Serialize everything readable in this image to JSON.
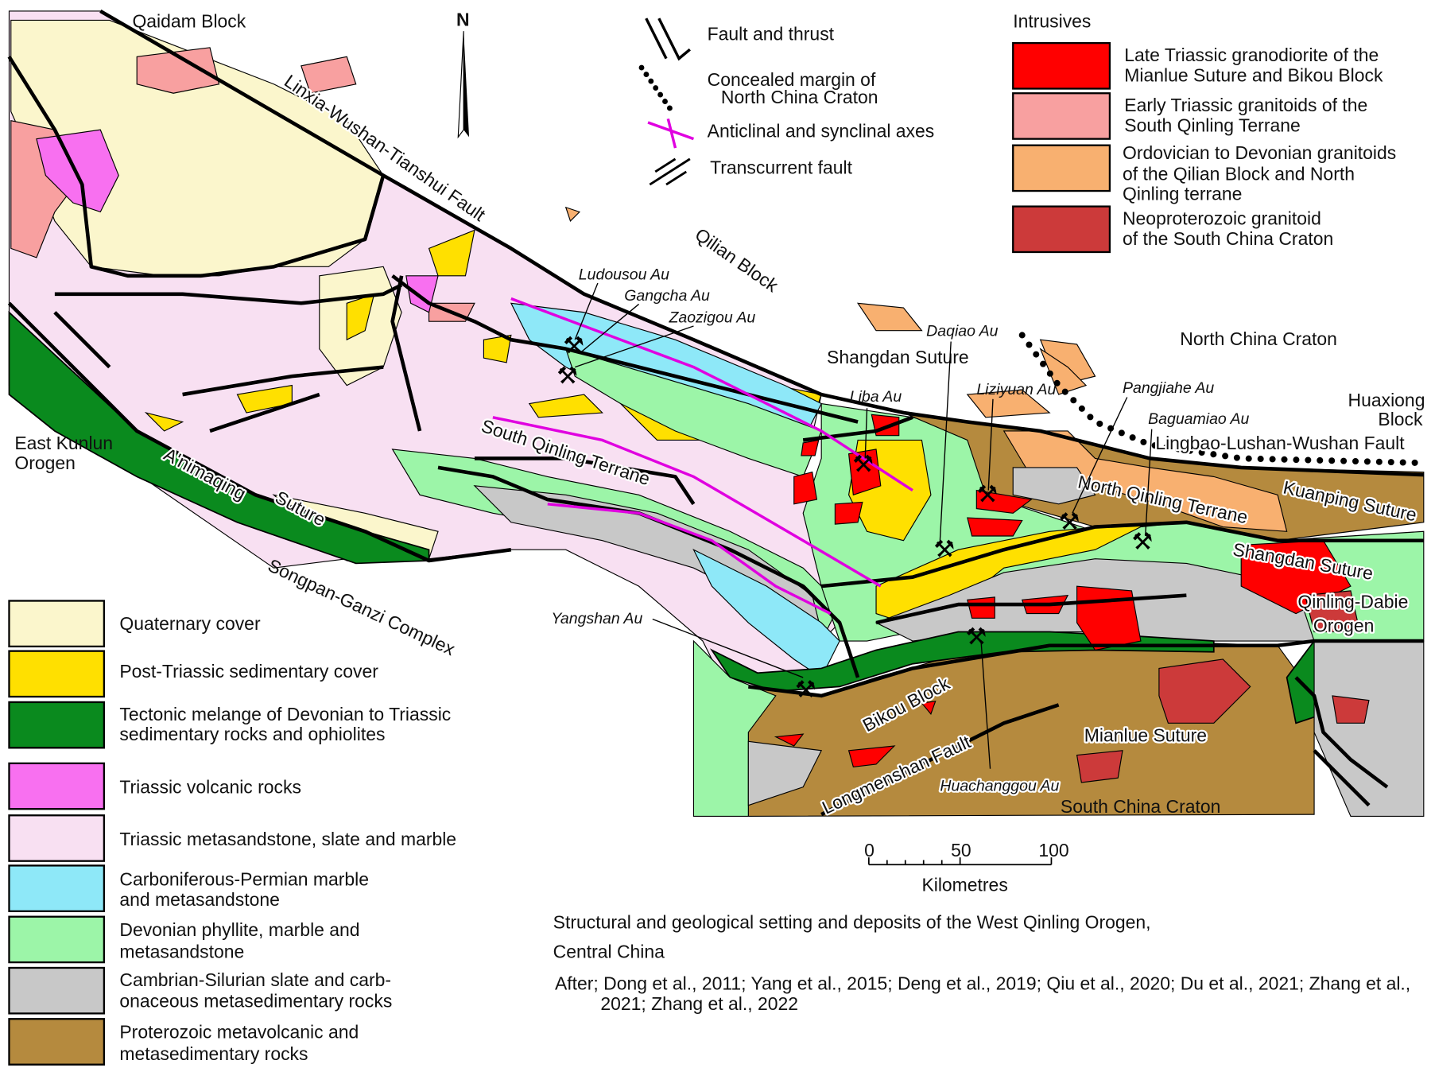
{
  "map": {
    "north_label": "N",
    "place_labels": {
      "qaidam": "Qaidam Block",
      "linxia_fault": "Linxia-Wushan-Tianshui Fault",
      "qilian": "Qilian Block",
      "east_kunlun_1": "East Kunlun",
      "east_kunlun_2": "Orogen",
      "animaqing": "A'nimaqing",
      "suture": "Suture",
      "songpan": "Songpan-Ganzi Complex",
      "south_qinling": "South Qinling Terrane",
      "shangdan_suture": "Shangdan Suture",
      "north_china": "North China Craton",
      "huaxiong_1": "Huaxiong",
      "huaxiong_2": "Block",
      "lingbao_fault": "Lingbao-Lushan-Wushan Fault",
      "kuanping": "Kuanping  Suture",
      "north_qinling": "North Qinling Terrane",
      "shangdan_suture_2": "Shangdan  Suture",
      "qinling_dabie_1": "Qinling-Dabie",
      "qinling_dabie_2": "Orogen",
      "bikou": "Bikou   Block",
      "mianlue": "Mianlue Suture",
      "longmenshan": "Longmenshan  Fault",
      "south_china": "South China Craton"
    },
    "deposits": [
      "Ludousou Au",
      "Gangcha Au",
      "Zaozigou Au",
      "Daqiao Au",
      "Liba Au",
      "Liziyuan Au",
      "Pangjiahe Au",
      "Baguamiao Au",
      "Yangshan Au",
      "Huachanggou Au"
    ],
    "deposit_icon": "crossed-hammers-icon"
  },
  "symbol_legend": [
    {
      "icon": "fault-thrust-icon",
      "label": "Fault and thrust"
    },
    {
      "icon": "concealed-margin-icon",
      "label_1": "Concealed margin of",
      "label_2": "North China Craton"
    },
    {
      "icon": "fold-axes-icon",
      "label": "Anticlinal and synclinal axes"
    },
    {
      "icon": "transcurrent-fault-icon",
      "label": "Transcurrent fault"
    }
  ],
  "intrusives": {
    "title": "Intrusives",
    "items": [
      {
        "color": "#ff0000",
        "line_1": "Late Triassic granodiorite of the",
        "line_2": " Mianlue Suture and Bikou Block",
        "line_3": ""
      },
      {
        "color": "#f8a0a0",
        "line_1": "Early Triassic granitoids of the",
        "line_2": " South Qinling Terrane",
        "line_3": ""
      },
      {
        "color": "#f8b070",
        "line_1": "Ordovician to Devonian granitoids",
        "line_2": " of the Qilian Block and North",
        "line_3": " Qinling terrane"
      },
      {
        "color": "#cc3a3a",
        "line_1": "Neoproterozoic granitoid",
        "line_2": " of the South China Craton",
        "line_3": ""
      }
    ]
  },
  "units_legend": [
    {
      "color": "#fbf6cc",
      "line_1": "Quaternary cover",
      "line_2": ""
    },
    {
      "color": "#ffe000",
      "line_1": "Post-Triassic sedimentary cover",
      "line_2": ""
    },
    {
      "color": "#0a8a1e",
      "line_1": "Tectonic melange of Devonian to Triassic",
      "line_2": " sedimentary rocks and ophiolites"
    },
    {
      "color": "#f870f0",
      "line_1": "Triassic volcanic rocks",
      "line_2": ""
    },
    {
      "color": "#f8e0f2",
      "line_1": "Triassic metasandstone, slate and marble",
      "line_2": ""
    },
    {
      "color": "#8ee8f8",
      "line_1": "Carboniferous-Permian marble",
      "line_2": " and metasandstone"
    },
    {
      "color": "#9cf5a8",
      "line_1": "Devonian phyllite, marble and",
      "line_2": " metasandstone"
    },
    {
      "color": "#c8c8c8",
      "line_1": "Cambrian-Silurian slate and carb-",
      "line_2": "onaceous metasedimentary rocks"
    },
    {
      "color": "#b58a3e",
      "line_1": "Proterozoic metavolcanic and",
      "line_2": " metasedimentary rocks"
    }
  ],
  "scale_bar": {
    "ticks": [
      "0",
      "50",
      "100"
    ],
    "unit": "Kilometres"
  },
  "caption": {
    "title_1": "Structural and geological setting and deposits of the West Qinling Orogen,",
    "title_2": "Central China",
    "refs_1": "After; Dong et al., 2011; Yang et al., 2015; Deng et al., 2019; Qiu et al., 2020; Du et al., 2021; Zhang et al.,",
    "refs_2": "2021; Zhang et al., 2022"
  }
}
